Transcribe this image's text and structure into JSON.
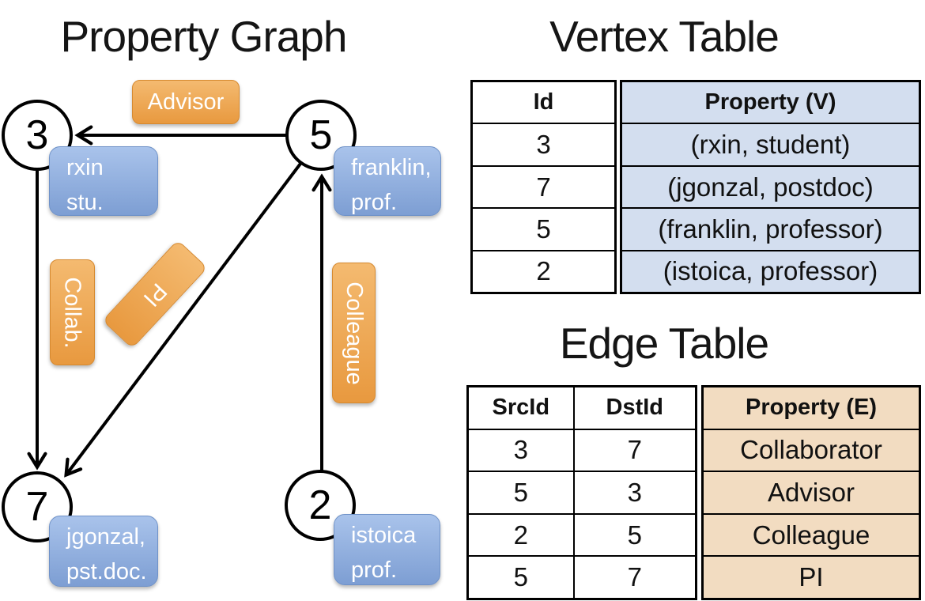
{
  "graph": {
    "title": "Property Graph",
    "nodes": [
      {
        "id": "3",
        "label": "rxin\nstu."
      },
      {
        "id": "5",
        "label": "franklin,\nprof."
      },
      {
        "id": "7",
        "label": "jgonzal,\npst.doc."
      },
      {
        "id": "2",
        "label": "istoica\nprof."
      }
    ],
    "edge_labels": [
      "Advisor",
      "Collab.",
      "PI",
      "Colleague"
    ]
  },
  "vertex_table": {
    "title": "Vertex Table",
    "columns": [
      "Id",
      "Property (V)"
    ],
    "rows": [
      {
        "id": "3",
        "property": "(rxin, student)"
      },
      {
        "id": "7",
        "property": "(jgonzal, postdoc)"
      },
      {
        "id": "5",
        "property": "(franklin, professor)"
      },
      {
        "id": "2",
        "property": "(istoica, professor)"
      }
    ]
  },
  "edge_table": {
    "title": "Edge Table",
    "columns": [
      "SrcId",
      "DstId",
      "Property (E)"
    ],
    "rows": [
      {
        "src": "3",
        "dst": "7",
        "property": "Collaborator"
      },
      {
        "src": "5",
        "dst": "3",
        "property": "Advisor"
      },
      {
        "src": "2",
        "dst": "5",
        "property": "Colleague"
      },
      {
        "src": "5",
        "dst": "7",
        "property": "PI"
      }
    ]
  },
  "colors": {
    "edge_label_fill": "#eda04f",
    "vertex_label_fill": "#8fabdc",
    "vertex_property_cell": "#d3deef",
    "edge_property_cell": "#f2dcc1",
    "stroke": "#000000"
  }
}
